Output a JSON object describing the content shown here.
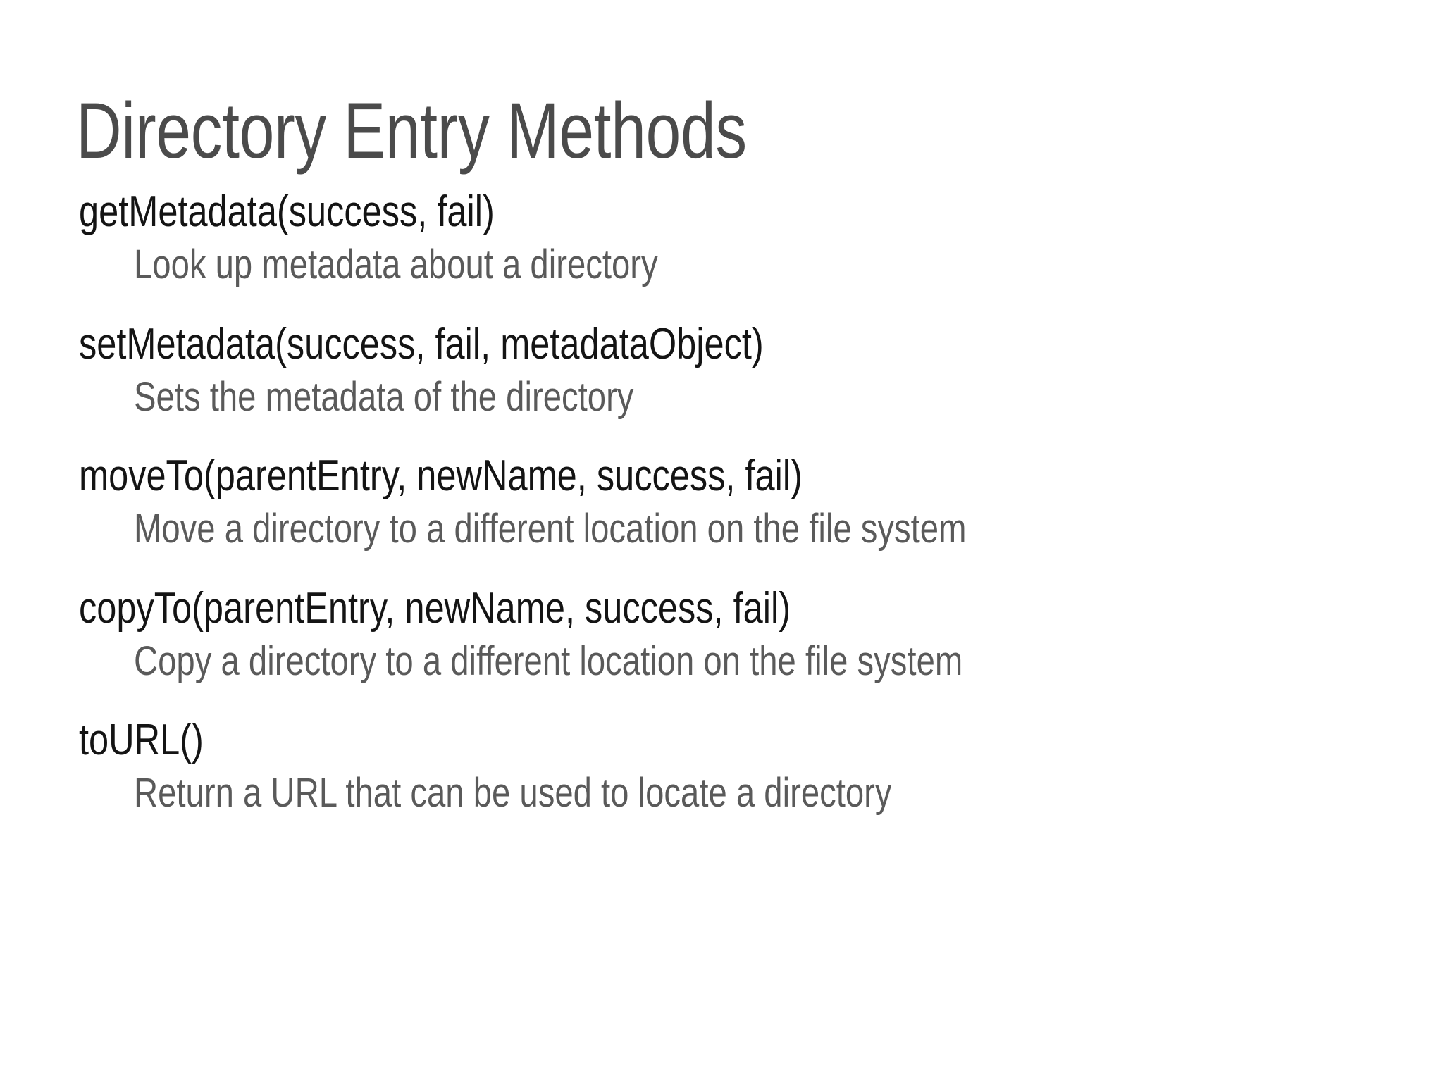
{
  "slide": {
    "title": "Directory Entry Methods",
    "background_color": "#ffffff",
    "title_color": "#4b4b4b",
    "signature_color": "#141414",
    "description_color": "#5a5a5a",
    "methods": [
      {
        "signature": "getMetadata(success, fail)",
        "description": "Look up metadata about a directory"
      },
      {
        "signature": "setMetadata(success, fail, metadataObject)",
        "description": "Sets the metadata of the directory"
      },
      {
        "signature": "moveTo(parentEntry,  newName, success, fail)",
        "description": "Move a directory to a different location on the file system"
      },
      {
        "signature": "copyTo(parentEntry,  newName, success, fail)",
        "description": "Copy a directory to a different location on the file system"
      },
      {
        "signature": "toURL()",
        "description": "Return a URL that can be used to locate a directory"
      }
    ]
  }
}
